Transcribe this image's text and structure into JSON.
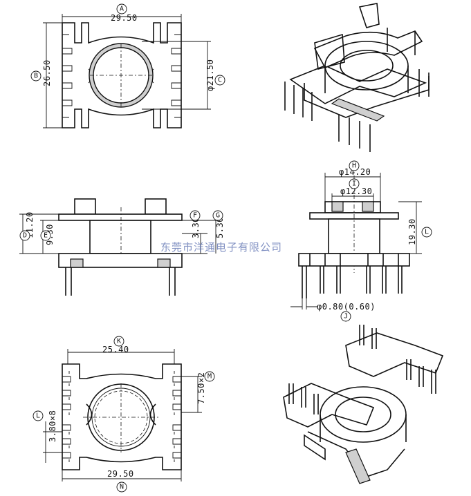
{
  "dimensions": {
    "A": "29.50",
    "B": "26.50",
    "C": "φ21.50",
    "D": "11.20",
    "E": "9.30",
    "F": "3.30",
    "G": "5.30",
    "H": "φ14.20",
    "I": "φ12.30",
    "L": "19.30",
    "J": "φ0.80(0.60)",
    "K": "25.40",
    "M": "7.50×2",
    "Lpitch": "3.80×8",
    "N": "29.50"
  },
  "bubbles": {
    "A": "A",
    "B": "B",
    "C": "C",
    "D": "D",
    "E": "E",
    "F": "F",
    "G": "G",
    "H": "H",
    "I": "I",
    "L": "L",
    "J": "J",
    "K": "K",
    "M": "M",
    "Lp": "L",
    "N": "N"
  },
  "watermark": "东莞市洋通电子有限公司"
}
